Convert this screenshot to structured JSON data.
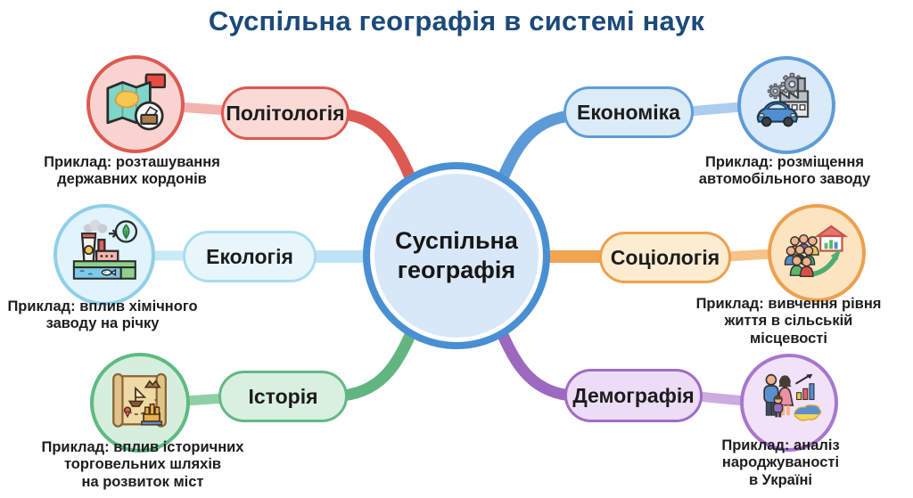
{
  "title": "Суспільна географія в системі наук",
  "center": {
    "label": "Суспільна географія",
    "line1": "Суспільна",
    "line2": "географія",
    "fill_color": "#d9e8f8",
    "ring_color": "#4a8fd3"
  },
  "branches": [
    {
      "label": "Політологія",
      "example": "Приклад: розташування\nдержавних кордонів",
      "icon": "map-flag-ballot-icon",
      "accent_color": "#de5850",
      "node_fill": "#fbdad6"
    },
    {
      "label": "Екологія",
      "example": "Приклад: вплив хімічного\nзаводу на річку",
      "icon": "factory-river-leaf-icon",
      "accent_color": "#90cfe9",
      "node_fill": "#e8f6fc"
    },
    {
      "label": "Історія",
      "example": "Приклад: вплив історичних\nторговельних шляхів\nна розвиток міст",
      "icon": "scroll-map-icon",
      "accent_color": "#63b886",
      "node_fill": "#d9efdf"
    },
    {
      "label": "Економіка",
      "example": "Приклад: розміщення\nавтомобільного заводу",
      "icon": "car-factory-gears-icon",
      "accent_color": "#5e9cd8",
      "node_fill": "#dcebf8"
    },
    {
      "label": "Соціологія",
      "example": "Приклад: вивчення рівня\nжиття в сільській\nмісцевості",
      "icon": "people-house-arrow-icon",
      "accent_color": "#eda04f",
      "node_fill": "#fdeccf"
    },
    {
      "label": "Демографія",
      "example": "Приклад: аналіз\nнароджуваності\nв Україні",
      "icon": "family-chart-ukraine-icon",
      "accent_color": "#a06cc6",
      "node_fill": "#eddcf6"
    }
  ]
}
